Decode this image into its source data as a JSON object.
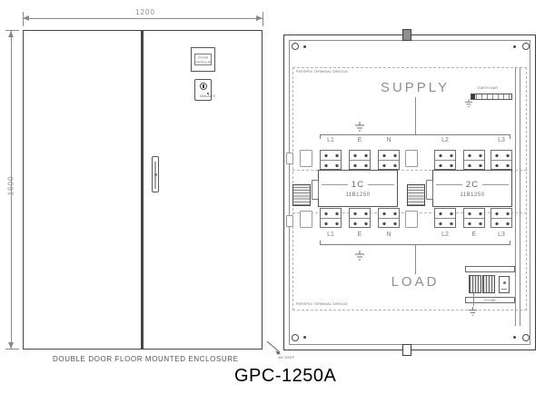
{
  "product_title": "GPC-1250A",
  "front_view": {
    "width_dim": "1200",
    "height_dim": "1600",
    "caption": "DOUBLE DOOR FLOOR MOUNTED ENCLOSURE",
    "depth_label": "400 DEEP",
    "controller_box": {
      "line1": "SYSTEM",
      "line2": "CONTROLLER"
    },
    "key_switch_label": "MAN-AUTO"
  },
  "internal_view": {
    "supply_label": "SUPPLY",
    "load_label": "LOAD",
    "shroud_label": "PERSPEX TERMINAL SHROUD",
    "earth_bar_label": "EARTH BAR",
    "fuse_link_label": "FU LINK",
    "supply_terminals_left": [
      "L1",
      "E",
      "N"
    ],
    "supply_terminals_right": [
      "L2",
      "L3"
    ],
    "load_terminals_left": [
      "L1",
      "E",
      "N"
    ],
    "load_terminals_right": [
      "L2",
      "E",
      "L3"
    ],
    "switches": [
      {
        "id": "1C",
        "model": "11B1250"
      },
      {
        "id": "2C",
        "model": "11B1250"
      }
    ]
  }
}
